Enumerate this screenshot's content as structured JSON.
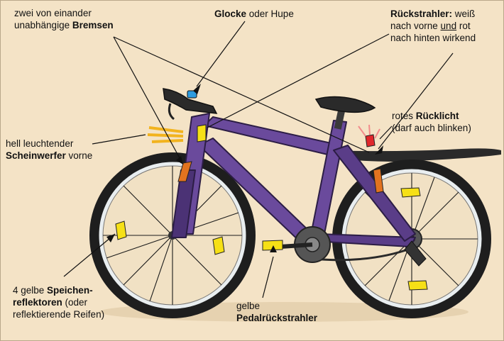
{
  "labels": {
    "brakes": {
      "line1": "zwei  von einander",
      "line2_pre": "unabhängige ",
      "line2_bold": "Bremsen"
    },
    "bell": {
      "bold": "Glocke",
      "rest": " oder Hupe"
    },
    "reflector_rear": {
      "bold": "Rückstrahler:",
      "line1_rest": " weiß",
      "line2_pre": "nach vorne ",
      "line2_u": "und",
      "line2_post": " rot",
      "line3": "nach hinten wirkend"
    },
    "rear_light": {
      "pre": "rotes ",
      "bold": "Rücklicht",
      "line2": "(darf auch blinken)"
    },
    "headlight": {
      "line1": "hell leuchtender",
      "bold": "Scheinwerfer",
      "rest": " vorne"
    },
    "spokes": {
      "line1_pre": "4 gelbe ",
      "line1_bold": "Speichen-",
      "line2_bold": "reflektoren",
      "line2_rest": " (oder",
      "line3": "reflektierende Reifen)"
    },
    "pedals": {
      "line1": "gelbe",
      "bold": "Pedalrückstrahler"
    }
  },
  "colors": {
    "background": "#f4e3c6",
    "frame": "#6a4a9c",
    "frame_dark": "#3d2a5e",
    "tire": "#1e1e1e",
    "rim": "#e9eef0",
    "reflector_yellow": "#f6e016",
    "light_red": "#e0282c",
    "bell_blue": "#2d9ce0",
    "brake_orange": "#e2731f"
  }
}
